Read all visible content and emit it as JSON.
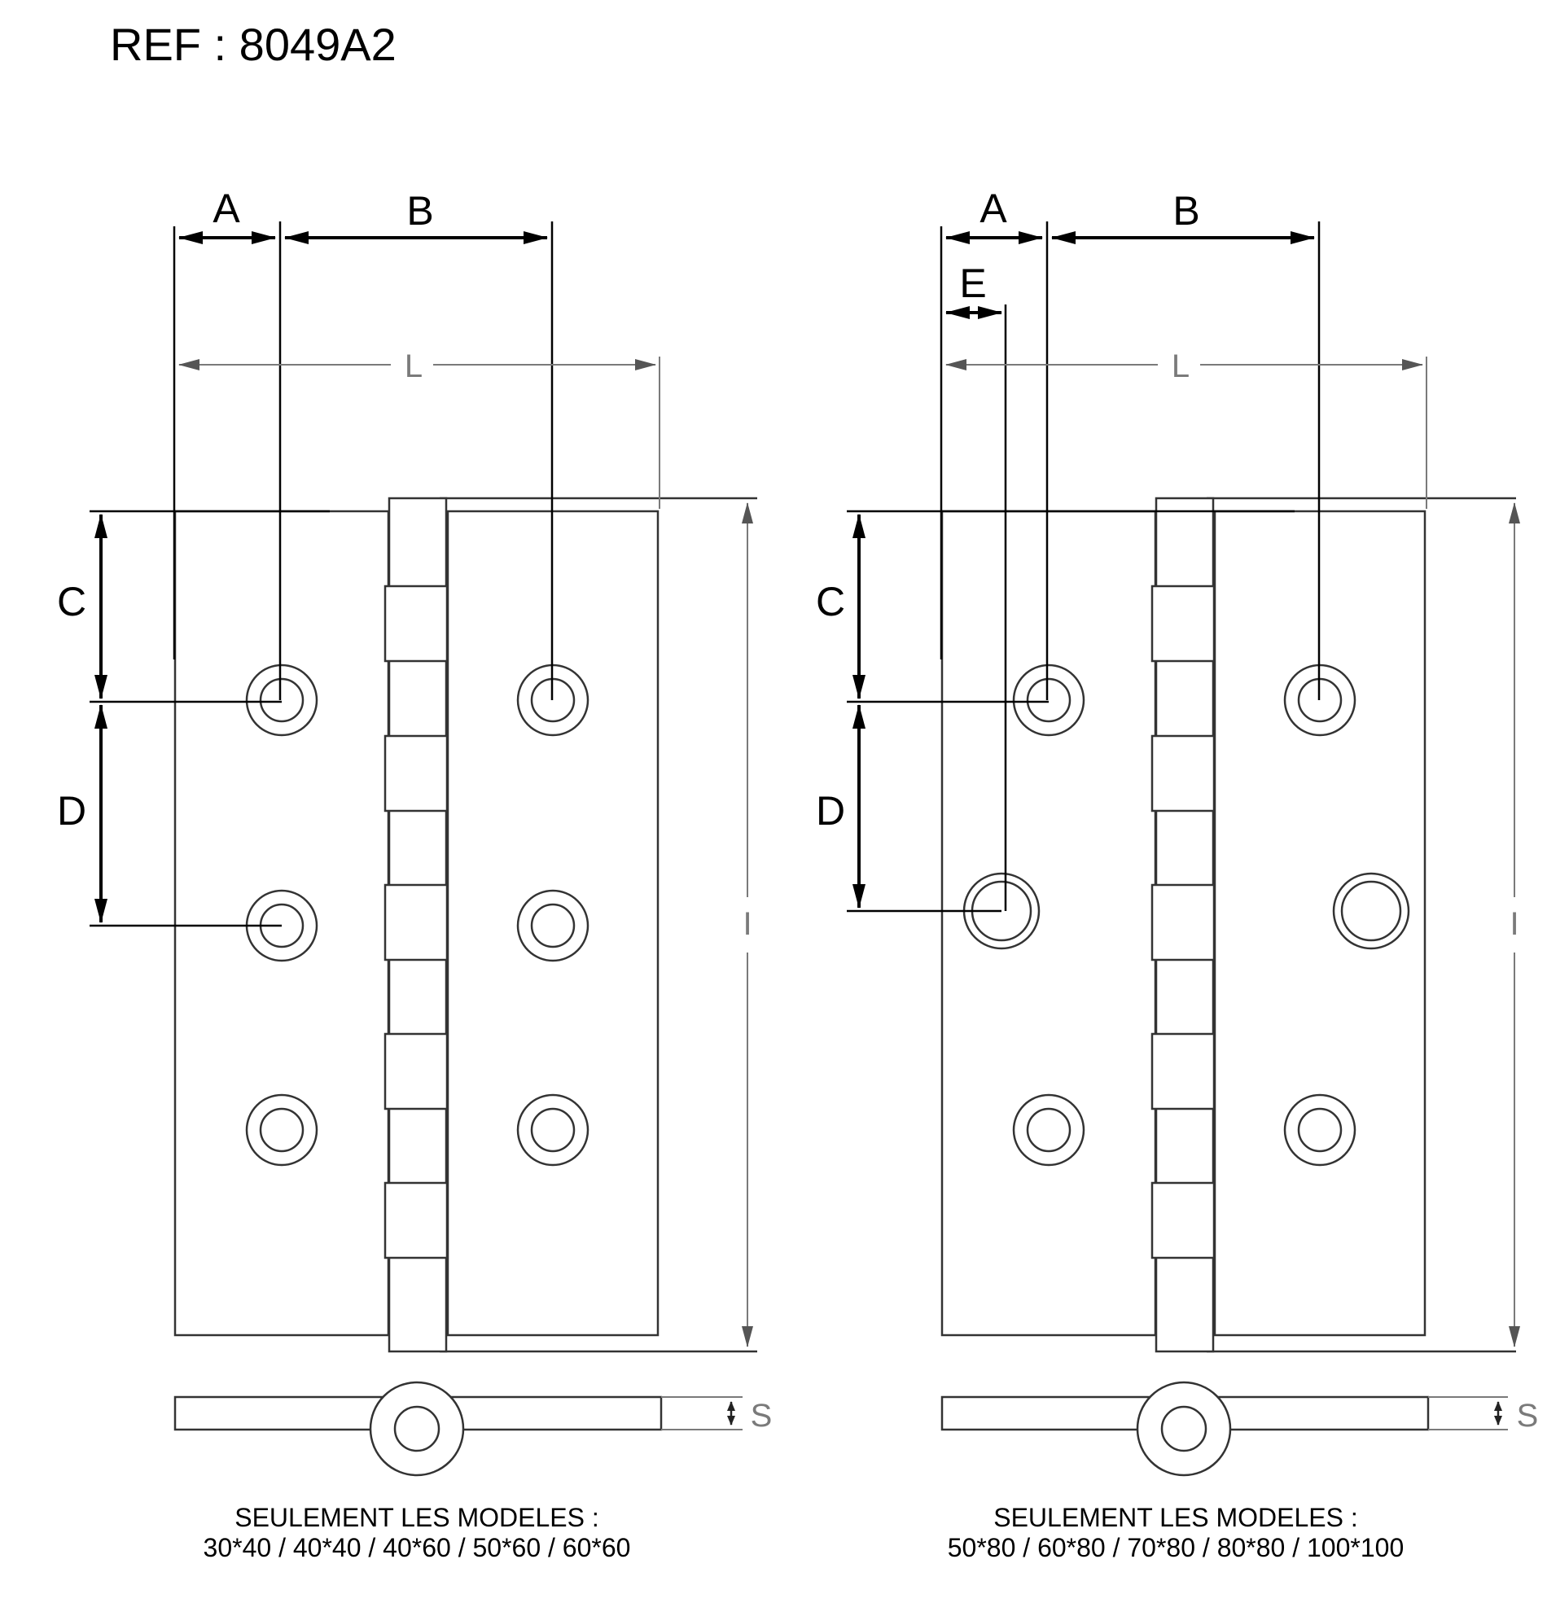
{
  "ref_title": "REF : 8049A2",
  "left_view": {
    "dim_labels": {
      "a": "A",
      "b": "B",
      "c": "C",
      "d": "D",
      "l": "L",
      "h": "I",
      "s": "S"
    },
    "caption": {
      "line1": "SEULEMENT LES MODELES :",
      "line2": "30*40 / 40*40 / 40*60 / 50*60 / 60*60"
    }
  },
  "right_view": {
    "dim_labels": {
      "a": "A",
      "b": "B",
      "c": "C",
      "d": "D",
      "e": "E",
      "l": "L",
      "h": "I",
      "s": "S"
    },
    "caption": {
      "line1": "SEULEMENT LES MODELES :",
      "line2": "50*80 / 60*80 / 70*80 / 80*80 / 100*100"
    }
  },
  "colors": {
    "ink": "#000000",
    "grey_dimension": "#7a7a7a",
    "outline": "#333333"
  }
}
